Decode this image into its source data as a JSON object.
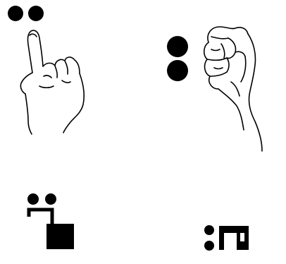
{
  "panels": [
    {
      "id": "pointing-hand-gesture",
      "dots": 2,
      "dot_orientation": "horizontal",
      "figure": "hand-index-finger-up-icon"
    },
    {
      "id": "fist-gesture",
      "dots": 2,
      "dot_orientation": "vertical",
      "figure": "fist-icon"
    },
    {
      "id": "pointing-symbol",
      "dots": 2,
      "dot_orientation": "horizontal",
      "figure": "stepped-bracket-symbol-icon"
    },
    {
      "id": "fist-symbol",
      "dots": 2,
      "dot_orientation": "vertical",
      "figure": "box-with-notch-symbol-icon"
    }
  ],
  "colors": {
    "ink": "#000000",
    "background": "#ffffff"
  }
}
